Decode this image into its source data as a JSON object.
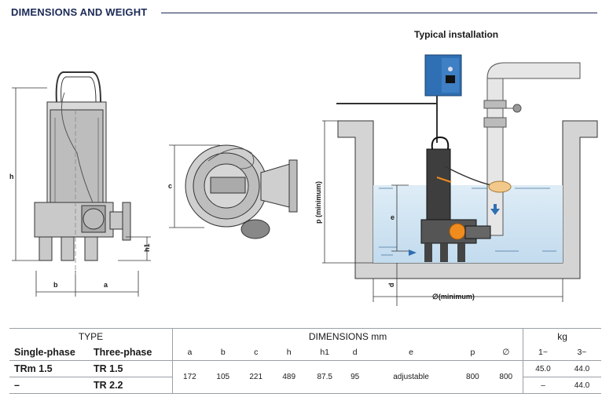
{
  "heading": "DIMENSIONS AND WEIGHT",
  "installation": {
    "title": "Typical installation",
    "labels": {
      "p": "p (minimum)",
      "e": "e",
      "d": "d",
      "diameter": "∅(minimum)"
    }
  },
  "drawing_labels": {
    "h": "h",
    "h1": "h1",
    "a": "a",
    "b": "b",
    "c": "c"
  },
  "table": {
    "type_header": "TYPE",
    "dimensions_header": "DIMENSIONS mm",
    "kg_header": "kg",
    "single_phase": "Single-phase",
    "three_phase": "Three-phase",
    "dim_columns": [
      "a",
      "b",
      "c",
      "h",
      "h1",
      "d",
      "e",
      "p",
      "∅"
    ],
    "kg_columns": [
      "1~",
      "3~"
    ],
    "rows": [
      {
        "single": "TRm 1.5",
        "three": "TR 1.5",
        "kg1": "45.0",
        "kg3": "44.0"
      },
      {
        "single": "–",
        "three": "TR 2.2",
        "kg1": "–",
        "kg3": "44.0"
      }
    ],
    "shared_dims": [
      "172",
      "105",
      "221",
      "489",
      "87.5",
      "95",
      "adjustable",
      "800",
      "800"
    ]
  },
  "colors": {
    "heading": "#1b2a56",
    "water": "#cfe3f1",
    "control_box": "#2f6fb3",
    "accent_orange": "#f08c1e",
    "flow_arrow": "#2f6fb3"
  }
}
